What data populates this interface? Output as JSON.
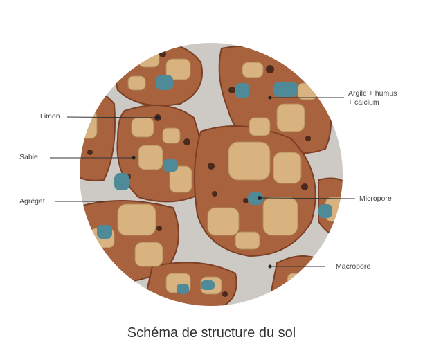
{
  "title": "Schéma de structure du sol",
  "labels": {
    "limon": "Limon",
    "sable": "Sable",
    "agregat": "Agrégat",
    "argile_line1": "Argile + humus",
    "argile_line2": "+ calcium",
    "micropore": "Micropore",
    "macropore": "Macropore"
  },
  "colors": {
    "pore_space": "#c9c6c2",
    "aggregate": "#a8623e",
    "sand_grain": "#d8b380",
    "organic": "#4a2a1c",
    "micropore": "#4f8a98",
    "leader": "#333333"
  }
}
